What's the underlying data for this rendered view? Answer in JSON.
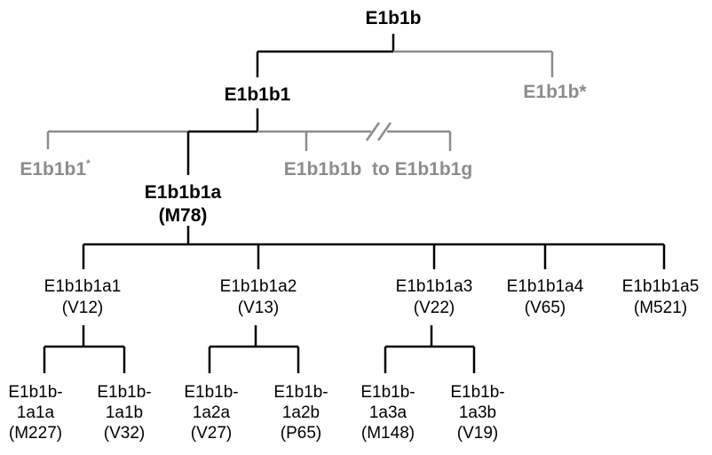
{
  "colors": {
    "primary": "#000000",
    "muted": "#8c8c8c"
  },
  "tree": {
    "root": {
      "name": "E1b1b"
    },
    "level1": {
      "main": {
        "name": "E1b1b1"
      },
      "star": {
        "name": "E1b1b",
        "mark": "*"
      }
    },
    "level2": {
      "star": {
        "name": "E1b1b1",
        "mark": "*"
      },
      "main": {
        "name": "E1b1b1a",
        "marker": "(M78)"
      },
      "range": {
        "text": "E1b1b1b  to E1b1b1g"
      }
    },
    "level3": [
      {
        "name": "E1b1b1a1",
        "marker": "(V12)"
      },
      {
        "name": "E1b1b1a2",
        "marker": "(V13)"
      },
      {
        "name": "E1b1b1a3",
        "marker": "(V22)"
      },
      {
        "name": "E1b1b1a4",
        "marker": "(V65)"
      },
      {
        "name": "E1b1b1a5",
        "marker": "(M521)"
      }
    ],
    "level4": [
      {
        "line1": "E1b1b-",
        "line2": "1a1a",
        "marker": "(M227)"
      },
      {
        "line1": "E1b1b-",
        "line2": "1a1b",
        "marker": "(V32)"
      },
      {
        "line1": "E1b1b-",
        "line2": "1a2a",
        "marker": "(V27)"
      },
      {
        "line1": "E1b1b-",
        "line2": "1a2b",
        "marker": "(P65)"
      },
      {
        "line1": "E1b1b-",
        "line2": "1a3a",
        "marker": "(M148)"
      },
      {
        "line1": "E1b1b-",
        "line2": "1a3b",
        "marker": "(V19)"
      }
    ]
  }
}
